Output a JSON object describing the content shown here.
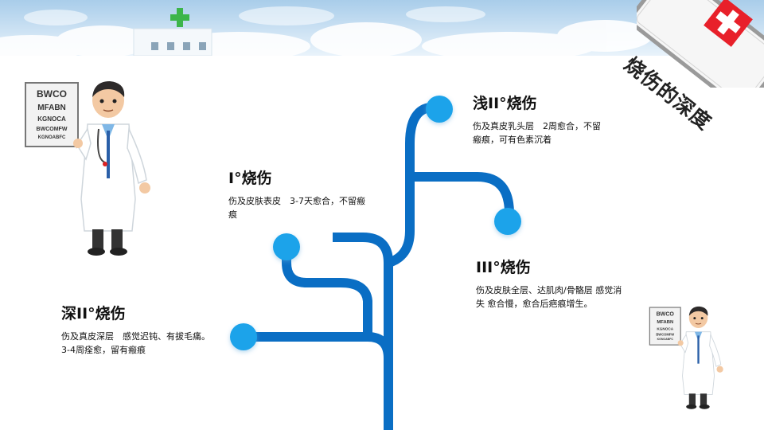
{
  "slide_title": "烧伤的深度",
  "stages": [
    {
      "title": "I°烧伤",
      "desc": "伤及皮肤表皮　3-7天愈合，不留瘢痕"
    },
    {
      "title": "浅II°烧伤",
      "desc": "伤及真皮乳头层　2周愈合，不留瘢痕，可有色素沉着"
    },
    {
      "title": "III°烧伤",
      "desc": "伤及皮肤全层、达肌肉/骨骼层 感觉消失 愈合慢，愈合后疤痕增生。"
    },
    {
      "title": "深II°烧伤",
      "desc": "伤及真皮深层　感觉迟钝、有拔毛痛。3-4周痊愈，留有瘢痕"
    }
  ],
  "eye_chart": {
    "rows": [
      "BWCO",
      "MFABN",
      "KGNOCA",
      "BWCOMFW",
      "KGNOABFC"
    ]
  },
  "colors": {
    "branch": "#0a6ec4",
    "node": "#1aa3ea",
    "cross": "#e8202a"
  }
}
